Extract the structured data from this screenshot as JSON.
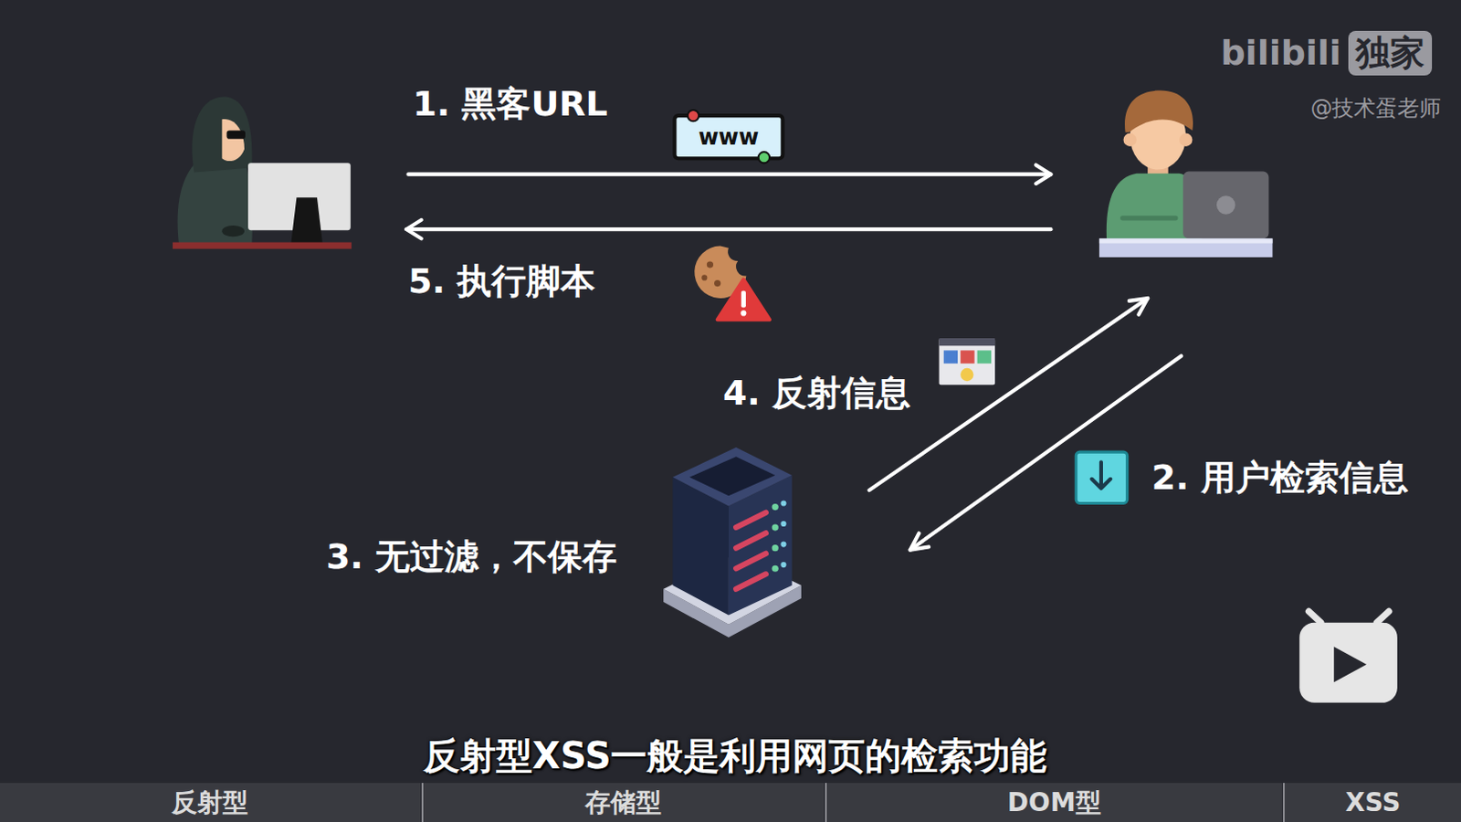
{
  "diagram": {
    "caption": "反射型XSS一般是利用网页的检索功能",
    "nodes": [
      {
        "text": [
          "独家"
        ]
      },
      {
        "text": [
          "反射型"
        ]
      },
      {
        "text": [
          "存储型"
        ]
      },
      {
        "text": [
          "DOM型"
        ]
      },
      {
        "text": [
          "XSS"
        ]
      }
    ],
    "labels": [
      "bilibili",
      "@技术蛋老师",
      "1. 黑客URL",
      "www",
      "5. 执行脚本",
      "4. 反射信息",
      "2. 用户检索信息",
      "3. 无过滤，不保存"
    ]
  }
}
